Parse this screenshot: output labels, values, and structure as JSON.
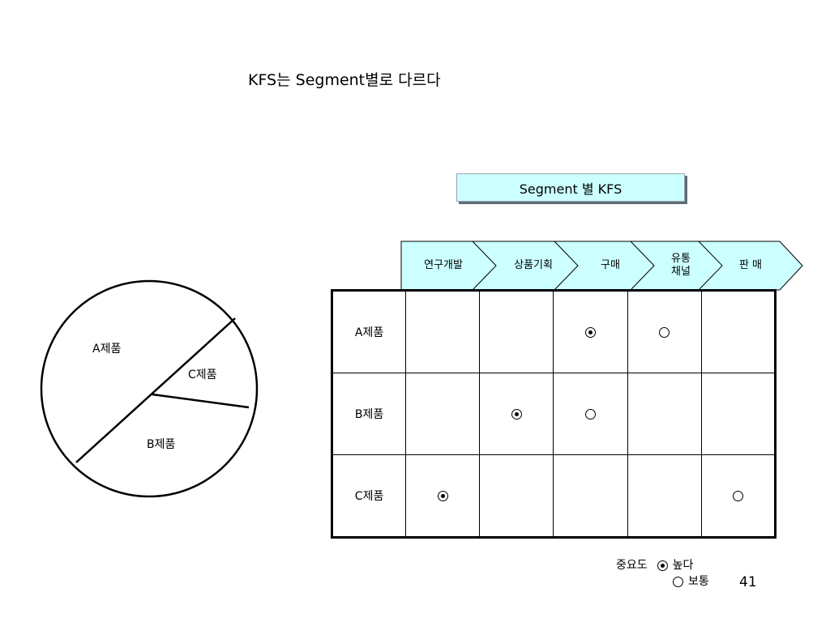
{
  "title": "KFS는 Segment별로 다르다",
  "kfs_header": "Segment 별  KFS",
  "stages": [
    {
      "label": "연구개발"
    },
    {
      "label": "상품기획"
    },
    {
      "label": "구매"
    },
    {
      "label": "유통\n채널"
    },
    {
      "label": "판 매"
    }
  ],
  "rows": [
    {
      "label": "A제품",
      "marks": [
        "",
        "",
        "high",
        "normal",
        ""
      ]
    },
    {
      "label": "B제품",
      "marks": [
        "",
        "high",
        "normal",
        "",
        ""
      ]
    },
    {
      "label": "C제품",
      "marks": [
        "high",
        "",
        "",
        "",
        "normal"
      ]
    }
  ],
  "pie": {
    "segments": [
      {
        "label": "A제품"
      },
      {
        "label": "C제품"
      },
      {
        "label": "B제품"
      }
    ]
  },
  "legend": {
    "heading": "중요도",
    "high_label": "높다",
    "normal_label": "보통"
  },
  "page_number": "41",
  "colors": {
    "header_fill": "#ccffff",
    "chevron_fill": "#ccffff",
    "shadow": "#5f6b73"
  }
}
